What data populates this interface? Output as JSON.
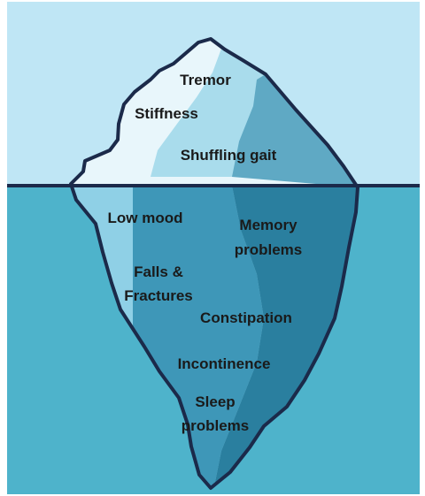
{
  "above_water": {
    "labels": [
      "Tremor",
      "Stiffness",
      "Shuffling gait"
    ]
  },
  "below_water": {
    "labels": [
      [
        "Low mood"
      ],
      [
        "Memory",
        "problems"
      ],
      [
        "Falls &",
        "Fractures"
      ],
      [
        "Constipation"
      ],
      [
        "Incontinence"
      ],
      [
        "Sleep",
        "problems"
      ]
    ]
  },
  "colors": {
    "sky": "#bfe6f5",
    "water": "#4eb3cb",
    "ice_light_top": "#e8f6fb",
    "ice_mid_top": "#a9dcec",
    "ice_dark_top": "#5fa9c4",
    "ice_light_bottom": "#8fd0e6",
    "ice_mid_bottom": "#3e97b8",
    "ice_dark_bottom": "#2a7f9f",
    "outline": "#1b2a4a"
  }
}
